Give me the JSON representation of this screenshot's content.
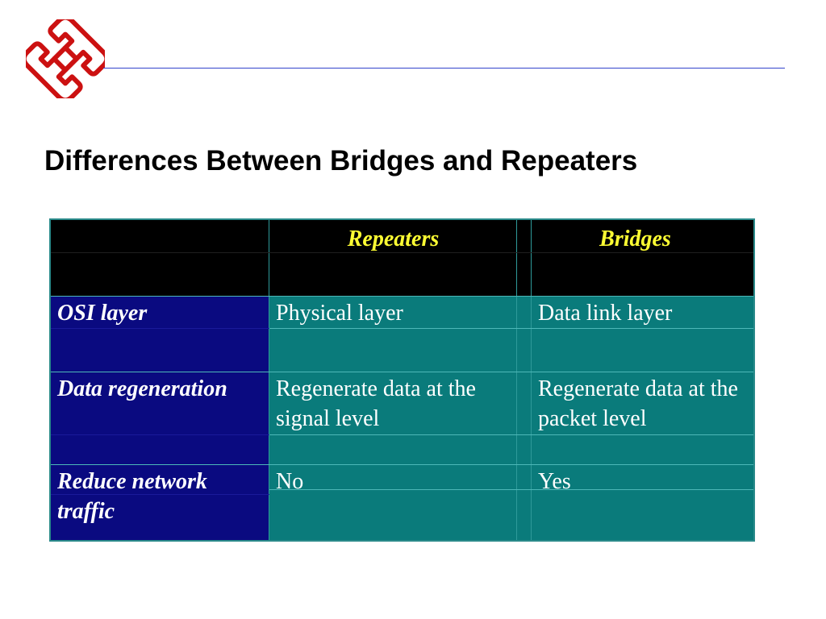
{
  "slide": {
    "title": "Differences Between Bridges and Repeaters"
  },
  "table": {
    "headers": {
      "col1": "",
      "col2": "Repeaters",
      "col3": "Bridges"
    },
    "rows": [
      {
        "label": "OSI layer",
        "repeaters": "Physical layer",
        "bridges": "Data link layer"
      },
      {
        "label": "Data regeneration",
        "repeaters": "Regenerate data at the signal level",
        "bridges": "Regenerate data at the packet level"
      },
      {
        "label": "Reduce network traffic",
        "repeaters": "No",
        "bridges": "Yes"
      }
    ]
  },
  "colors": {
    "header_bg": "#000000",
    "header_text": "#ffff33",
    "label_bg": "#0a0a80",
    "value_bg": "#0a7b7b",
    "logo": "#cc1111",
    "rule": "#3344cc"
  },
  "icons": {
    "logo": "university-logo-icon"
  }
}
